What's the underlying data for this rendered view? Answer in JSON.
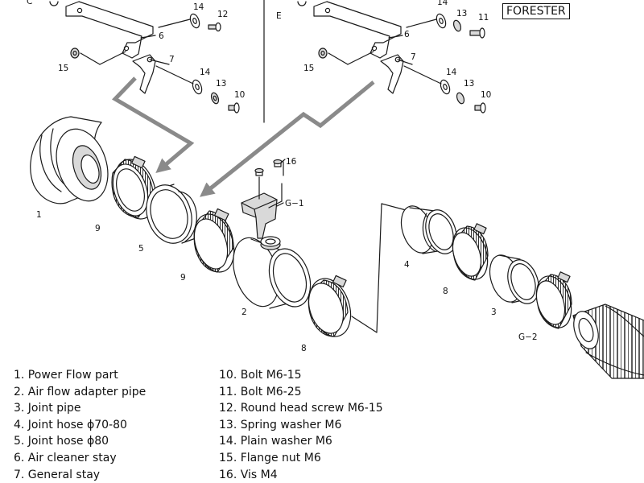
{
  "badge": "FORESTER",
  "callouts": {
    "c": "C",
    "e": "E",
    "n1": "1",
    "n2": "2",
    "n3": "3",
    "n4": "4",
    "n5": "5",
    "n6a": "6",
    "n6b": "6",
    "n7a": "7",
    "n7b": "7",
    "n8a": "8",
    "n8b": "8",
    "n9a": "9",
    "n9b": "9",
    "n10a": "10",
    "n10b": "10",
    "n11": "11",
    "n12": "12",
    "n13a": "13",
    "n13b": "13",
    "n13c": "13",
    "n14a": "14",
    "n14b": "14",
    "n14c": "14",
    "n14d": "14",
    "n15a": "15",
    "n15b": "15",
    "n16": "16",
    "g1": "G−1",
    "g2": "G−2"
  },
  "legend": [
    "1. Power Flow part",
    "2. Air flow adapter pipe",
    "3. Joint pipe",
    "4. Joint hose ϕ70-80",
    "5. Joint hose ϕ80",
    "6. Air cleaner stay",
    "7. General stay",
    "10. Bolt M6-15",
    "11. Bolt M6-25",
    "12. Round head screw M6-15",
    "13. Spring washer M6",
    "14. Plain washer M6",
    "15. Flange nut M6",
    "16. Vis M4"
  ],
  "colors": {
    "line": "#1a1a1a",
    "arrow": "#8a8a8a",
    "shade": "#d9d9d9",
    "paper": "#ffffff"
  }
}
